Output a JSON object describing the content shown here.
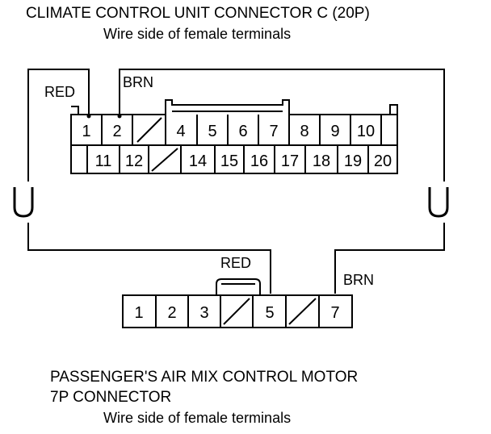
{
  "top_connector": {
    "title": "CLIMATE CONTROL UNIT CONNECTOR C (20P)",
    "subtitle": "Wire side of female terminals",
    "row1": [
      "1",
      "2",
      "",
      "4",
      "5",
      "6",
      "7",
      "8",
      "9",
      "10"
    ],
    "row2": [
      "",
      "11",
      "12",
      "",
      "14",
      "15",
      "16",
      "17",
      "18",
      "19",
      "20"
    ],
    "wire_red": "RED",
    "wire_brn": "BRN"
  },
  "bottom_connector": {
    "title_line1": "PASSENGER'S AIR MIX CONTROL MOTOR",
    "title_line2": "7P CONNECTOR",
    "subtitle": "Wire side of female terminals",
    "cells": [
      "1",
      "2",
      "3",
      "",
      "5",
      "",
      "7"
    ],
    "wire_red": "RED",
    "wire_brn": "BRN"
  },
  "colors": {
    "line": "#000000",
    "background": "#ffffff"
  }
}
